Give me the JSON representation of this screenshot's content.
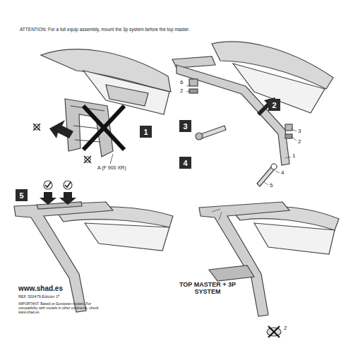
{
  "diagram": {
    "nodes": [
      {
        "text": [
          "1"
        ]
      },
      {
        "text": [
          "2"
        ]
      },
      {
        "text": [
          "3"
        ]
      },
      {
        "text": [
          "4"
        ]
      },
      {
        "text": [
          "5"
        ]
      }
    ],
    "labels": [
      "ATTENTION: For a full equip assembly, mount the 3p system before the top master.",
      "A (F 900 XR)",
      "6",
      "2",
      "3",
      "2",
      "1",
      "4",
      "5",
      "www.shad.es",
      "REF. 500479 Edición 1ª",
      "IMPORTANT: Based on European models. For compatibility with models in other continents, check www.shad.es",
      "TOP MASTER + 3P SYSTEM",
      "2"
    ]
  }
}
